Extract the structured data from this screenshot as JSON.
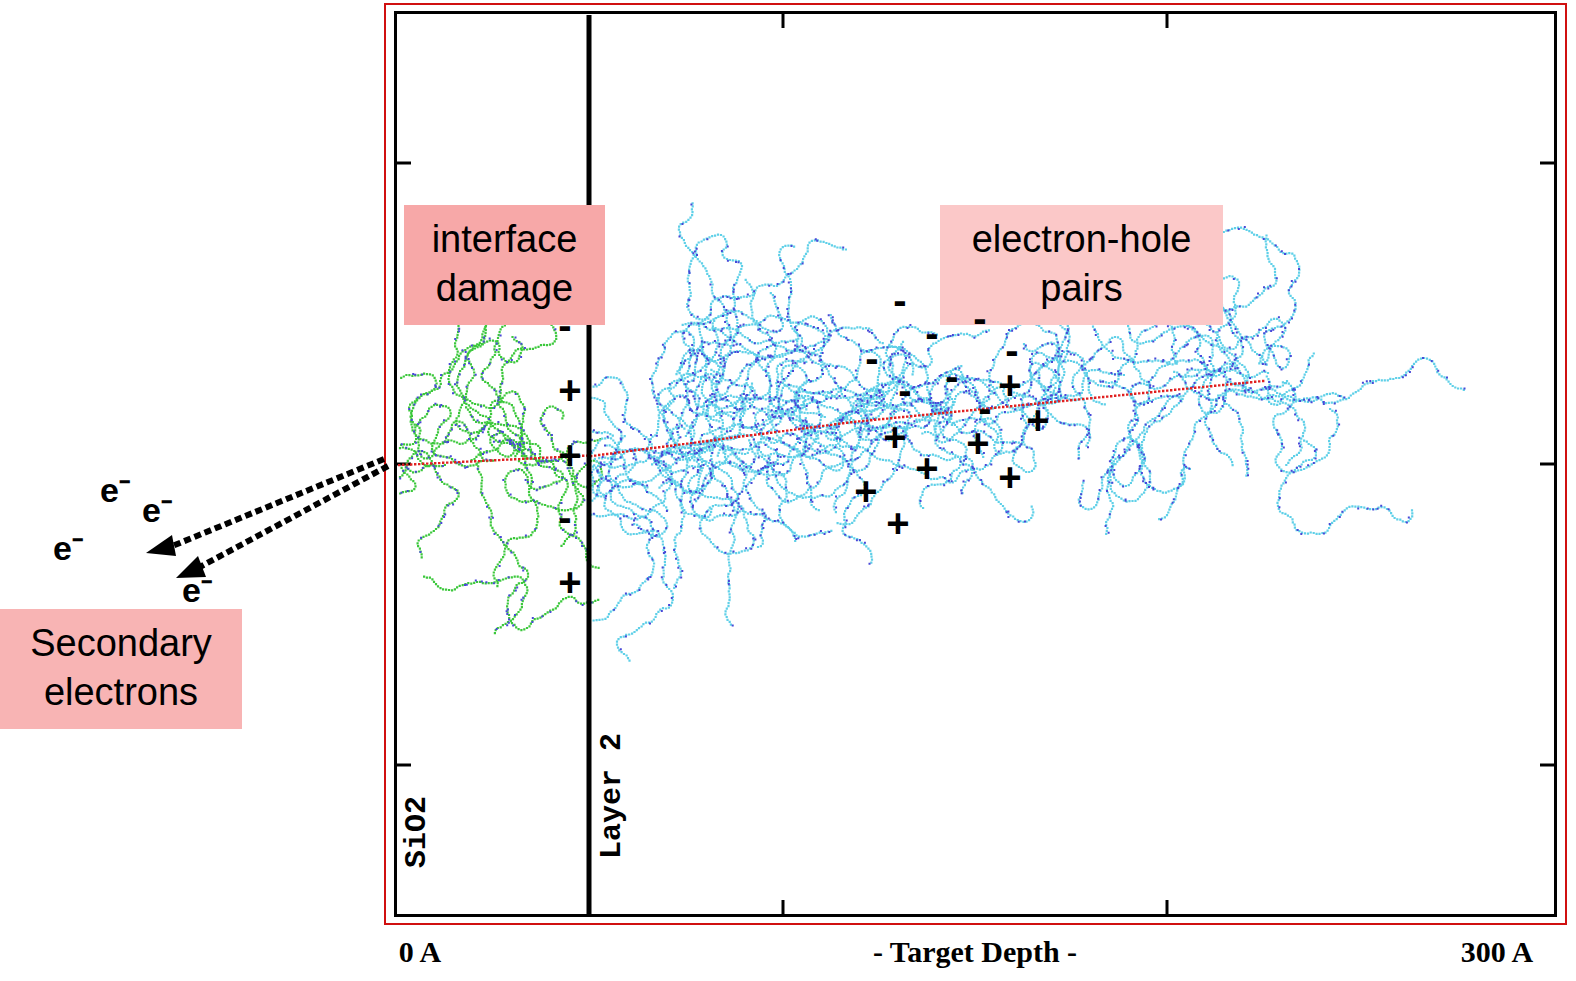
{
  "diagram": {
    "nodes": [
      {
        "text": [
          "interface damage"
        ]
      },
      {
        "text": [
          "electron-hole pairs"
        ]
      },
      {
        "text": [
          "Secondary electrons"
        ]
      }
    ],
    "labels": [
      "e⁻",
      "e⁻",
      "e⁻",
      "e⁻",
      "-",
      "-",
      "-",
      "-",
      "-",
      "-",
      "-",
      "-",
      "-",
      "-",
      "+",
      "+",
      "+",
      "+",
      "+",
      "+",
      "+",
      "+",
      "+",
      "+",
      "+",
      "SiO2",
      "Layer 2",
      "0 A",
      "- Target Depth -",
      "300 A"
    ]
  }
}
